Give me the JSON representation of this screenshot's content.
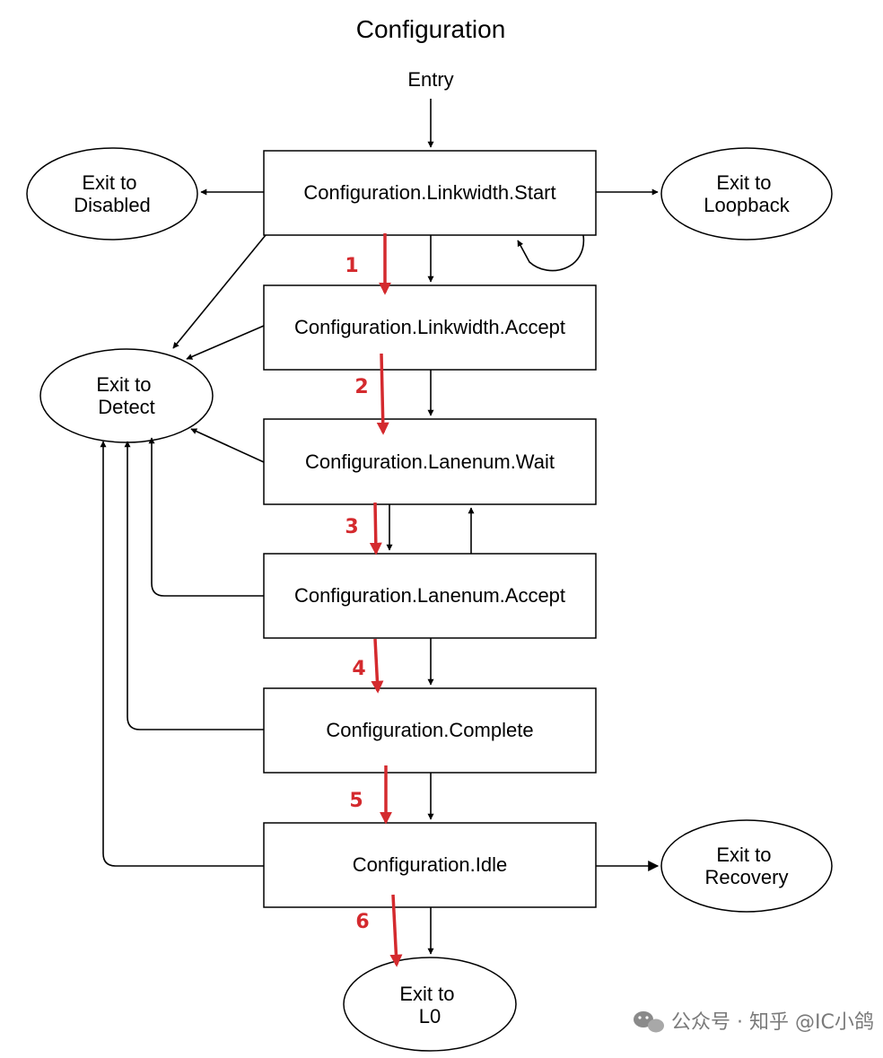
{
  "title": "Configuration",
  "entry_label": "Entry",
  "states": {
    "linkwidth_start": "Configuration.Linkwidth.Start",
    "linkwidth_accept": "Configuration.Linkwidth.Accept",
    "lanenum_wait": "Configuration.Lanenum.Wait",
    "lanenum_accept": "Configuration.Lanenum.Accept",
    "complete": "Configuration.Complete",
    "idle": "Configuration.Idle"
  },
  "exits": {
    "disabled": [
      "Exit to",
      "Disabled"
    ],
    "loopback": [
      "Exit to",
      "Loopback"
    ],
    "detect": [
      "Exit to",
      "Detect"
    ],
    "recovery": [
      "Exit to",
      "Recovery"
    ],
    "l0": [
      "Exit to",
      "L0"
    ]
  },
  "steps": [
    "1",
    "2",
    "3",
    "4",
    "5",
    "6"
  ],
  "watermark": {
    "text": "公众号 · 知乎 @IC小鸽"
  },
  "colors": {
    "line": "#000000",
    "step_arrow": "#d42a2e",
    "watermark": "#7a7a7a"
  }
}
